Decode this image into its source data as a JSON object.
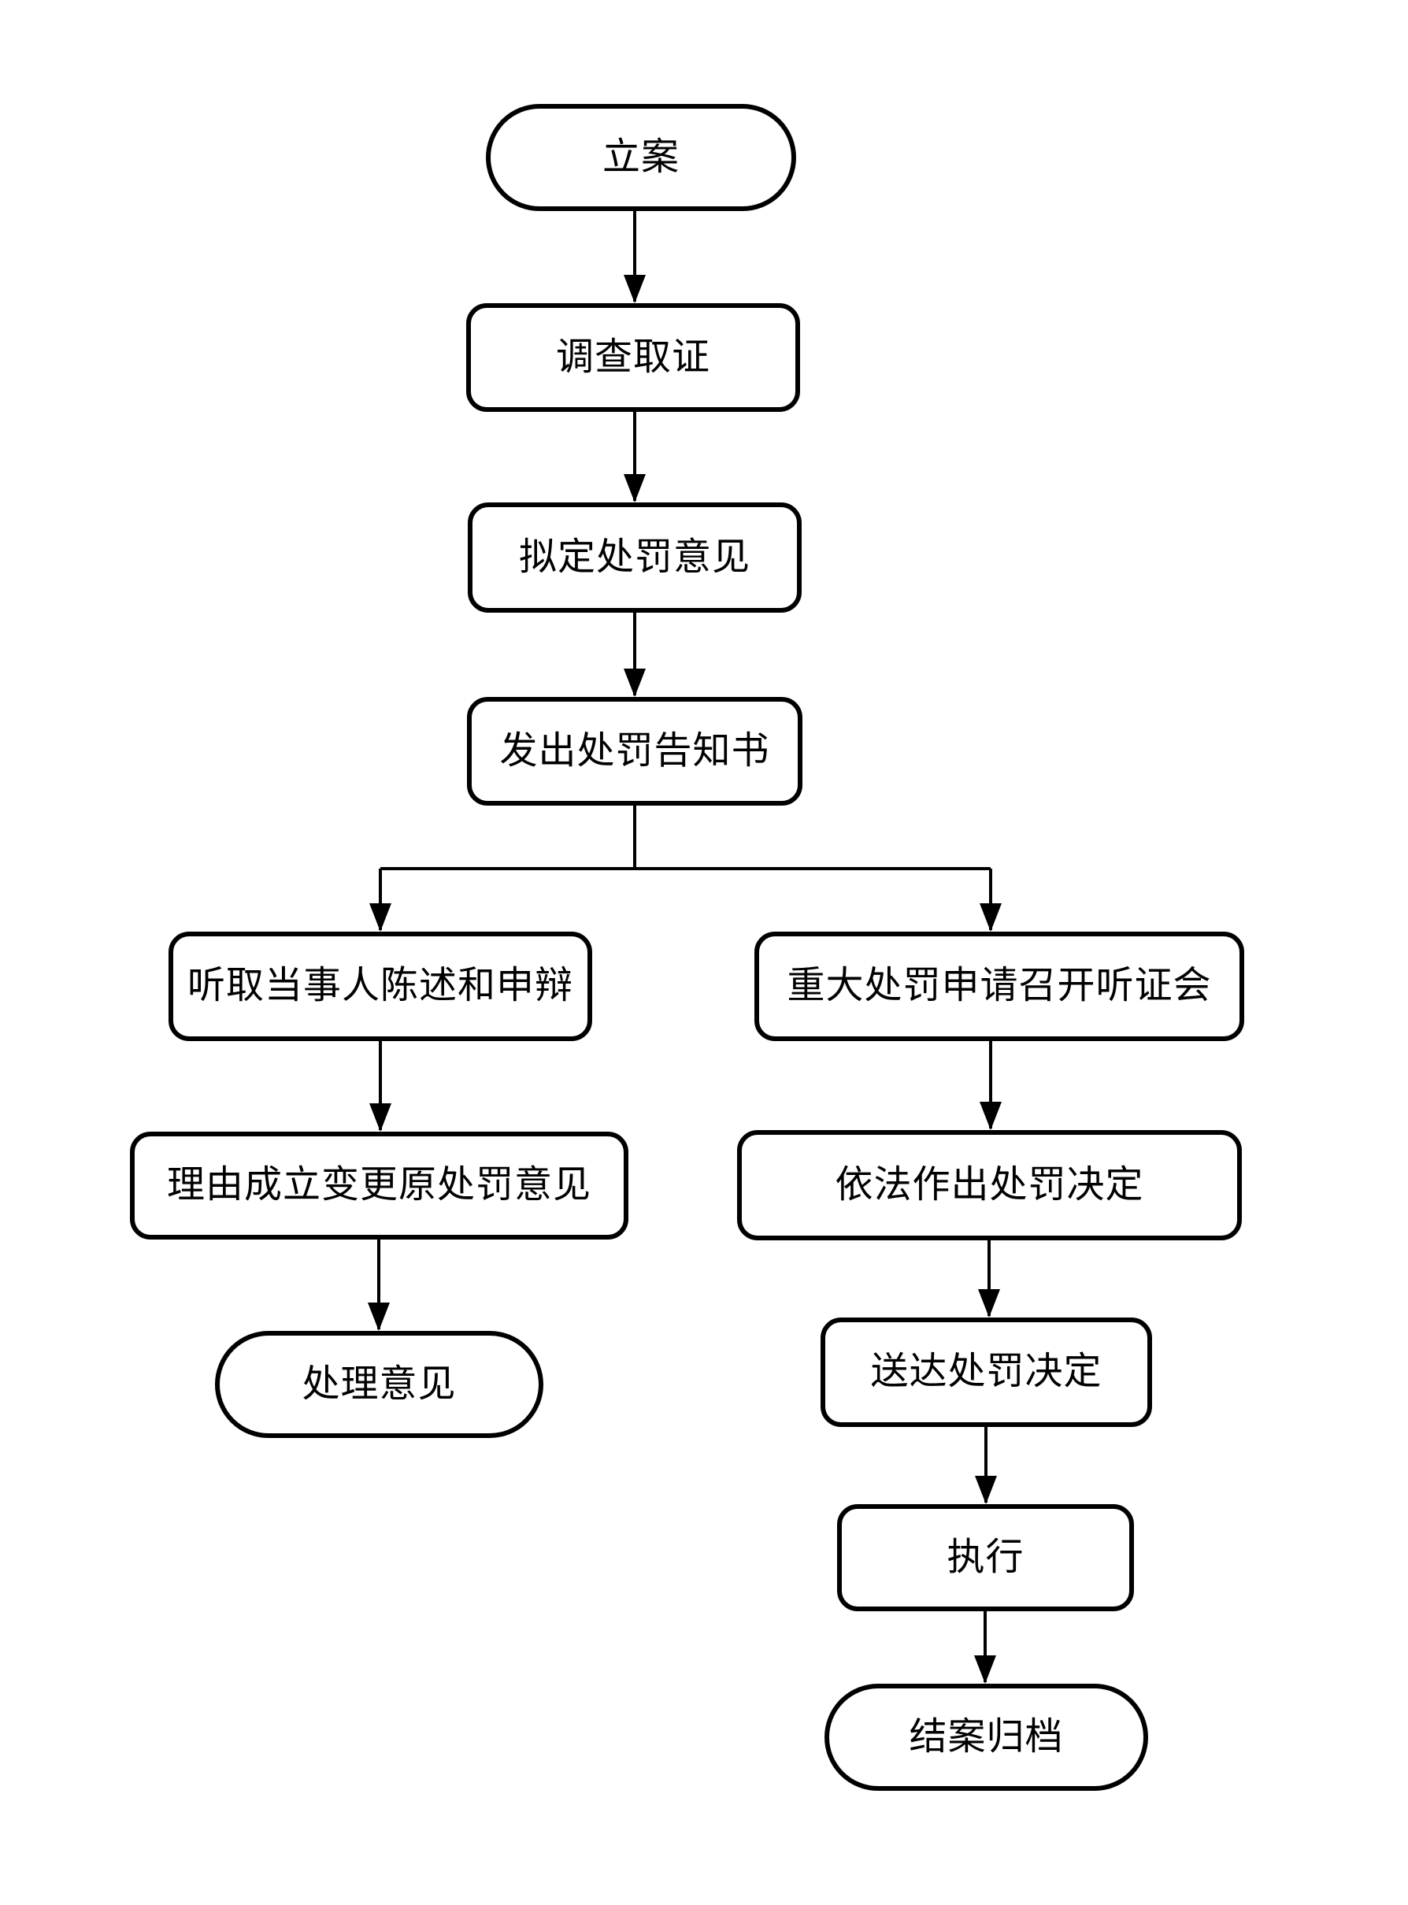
{
  "diagram": {
    "type": "flowchart",
    "background_color": "#ffffff",
    "stroke_color": "#000000",
    "nodes": {
      "case_filing": {
        "label": "立案",
        "shape": "terminator"
      },
      "investigation": {
        "label": "调查取证",
        "shape": "process"
      },
      "draft_penalty_opinion": {
        "label": "拟定处罚意见",
        "shape": "process"
      },
      "issue_penalty_notice": {
        "label": "发出处罚告知书",
        "shape": "process"
      },
      "hear_statements": {
        "label": "听取当事人陈述和申辩",
        "shape": "process"
      },
      "major_penalty_hearing": {
        "label": "重大处罚申请召开听证会",
        "shape": "process"
      },
      "change_original_opinion": {
        "label": "理由成立变更原处罚意见",
        "shape": "process"
      },
      "make_penalty_decision": {
        "label": "依法作出处罚决定",
        "shape": "process"
      },
      "handling_opinion": {
        "label": "处理意见",
        "shape": "terminator"
      },
      "deliver_penalty_decision": {
        "label": "送达处罚决定",
        "shape": "process"
      },
      "execute": {
        "label": "执行",
        "shape": "process"
      },
      "close_and_archive": {
        "label": "结案归档",
        "shape": "terminator"
      }
    },
    "edges": [
      {
        "from": "case_filing",
        "to": "investigation"
      },
      {
        "from": "investigation",
        "to": "draft_penalty_opinion"
      },
      {
        "from": "draft_penalty_opinion",
        "to": "issue_penalty_notice"
      },
      {
        "from": "issue_penalty_notice",
        "to": "hear_statements"
      },
      {
        "from": "issue_penalty_notice",
        "to": "major_penalty_hearing"
      },
      {
        "from": "hear_statements",
        "to": "change_original_opinion"
      },
      {
        "from": "change_original_opinion",
        "to": "handling_opinion"
      },
      {
        "from": "major_penalty_hearing",
        "to": "make_penalty_decision"
      },
      {
        "from": "make_penalty_decision",
        "to": "deliver_penalty_decision"
      },
      {
        "from": "deliver_penalty_decision",
        "to": "execute"
      },
      {
        "from": "execute",
        "to": "close_and_archive"
      }
    ]
  }
}
